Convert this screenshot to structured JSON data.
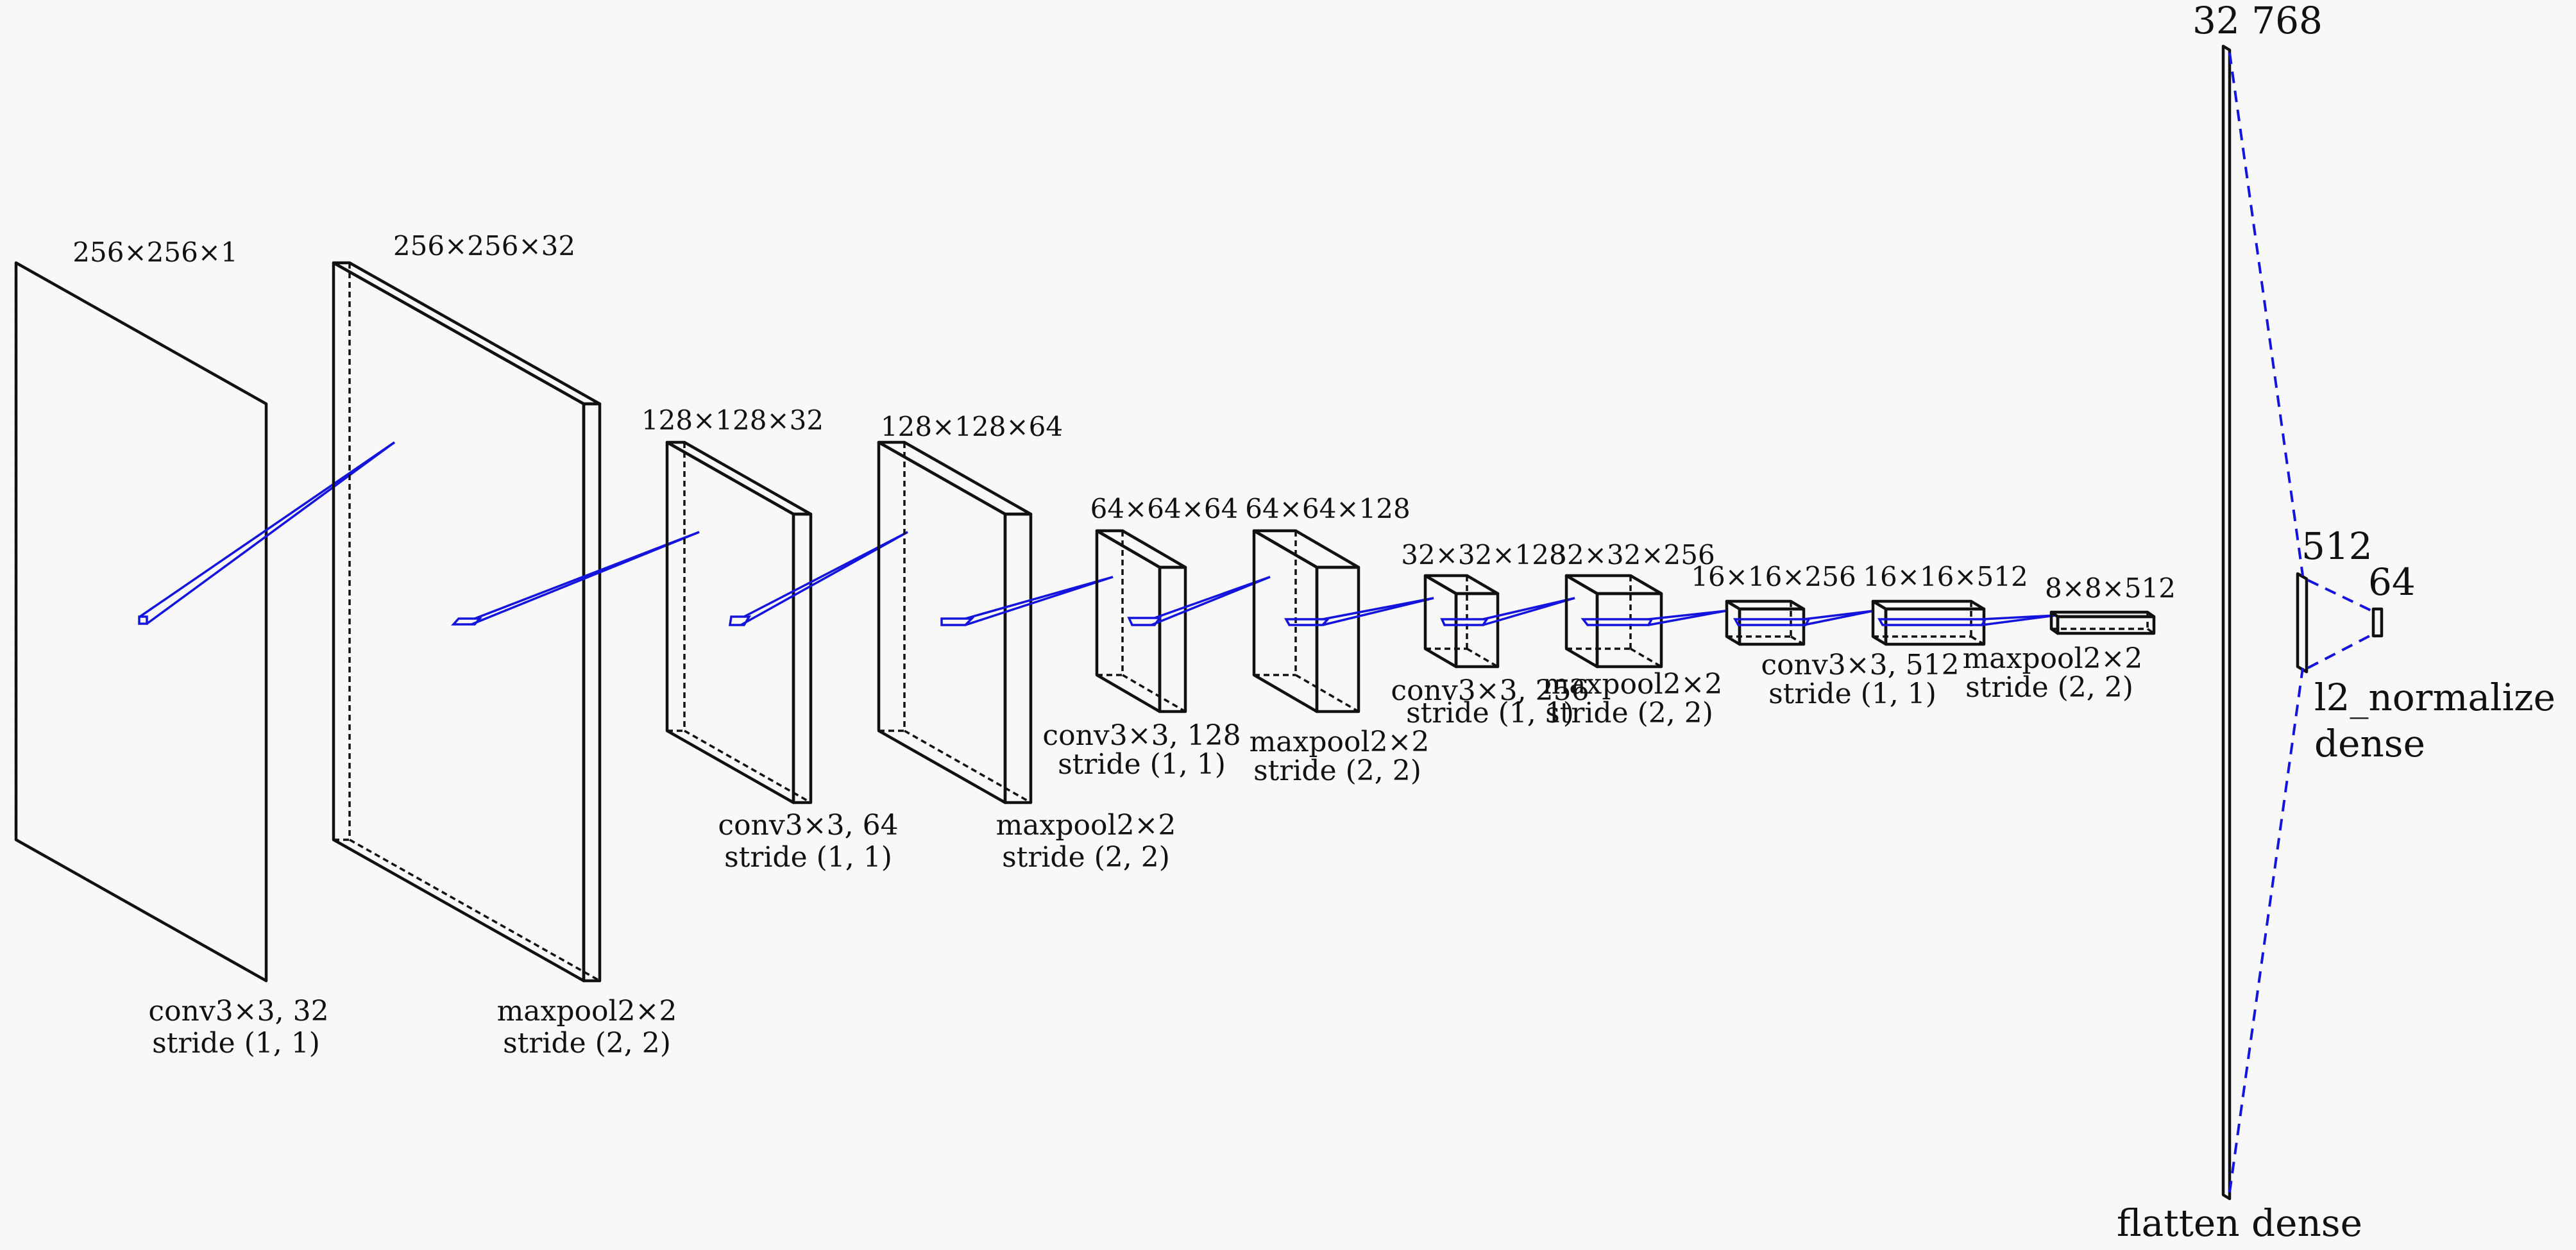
{
  "layers": [
    {
      "dims": "256×256×1",
      "op": "conv3×3, 32",
      "stride": "stride (1, 1)"
    },
    {
      "dims": "256×256×32",
      "op": "maxpool2×2",
      "stride": "stride (2, 2)"
    },
    {
      "dims": "128×128×32",
      "op": "conv3×3, 64",
      "stride": "stride (1, 1)"
    },
    {
      "dims": "128×128×64",
      "op": "maxpool2×2",
      "stride": "stride (2, 2)"
    },
    {
      "dims": "64×64×64",
      "op": "conv3×3, 128",
      "stride": "stride (1, 1)"
    },
    {
      "dims": "64×64×128",
      "op": "maxpool2×2",
      "stride": "stride (2, 2)"
    },
    {
      "dims": "32×32×128",
      "op": "conv3×3, 256",
      "stride": "stride (1, 1)"
    },
    {
      "dims": "32×32×256",
      "op": "maxpool2×2",
      "stride": "stride (2, 2)"
    },
    {
      "dims": "16×16×256",
      "op": "conv3×3, 512",
      "stride": "stride (1, 1)"
    },
    {
      "dims": "16×16×512",
      "op": "maxpool2×2",
      "stride": "stride (2, 2)"
    },
    {
      "dims": "8×8×512",
      "op": "",
      "stride": ""
    }
  ],
  "dense_layers": [
    {
      "size": "32 768",
      "label": "flatten dense"
    },
    {
      "size": "512",
      "label": "l2_normalize"
    },
    {
      "size": "64",
      "label": "dense"
    }
  ],
  "colors": {
    "connection": "#1414dc",
    "outline": "#111111",
    "background": "#f8f8f8"
  }
}
